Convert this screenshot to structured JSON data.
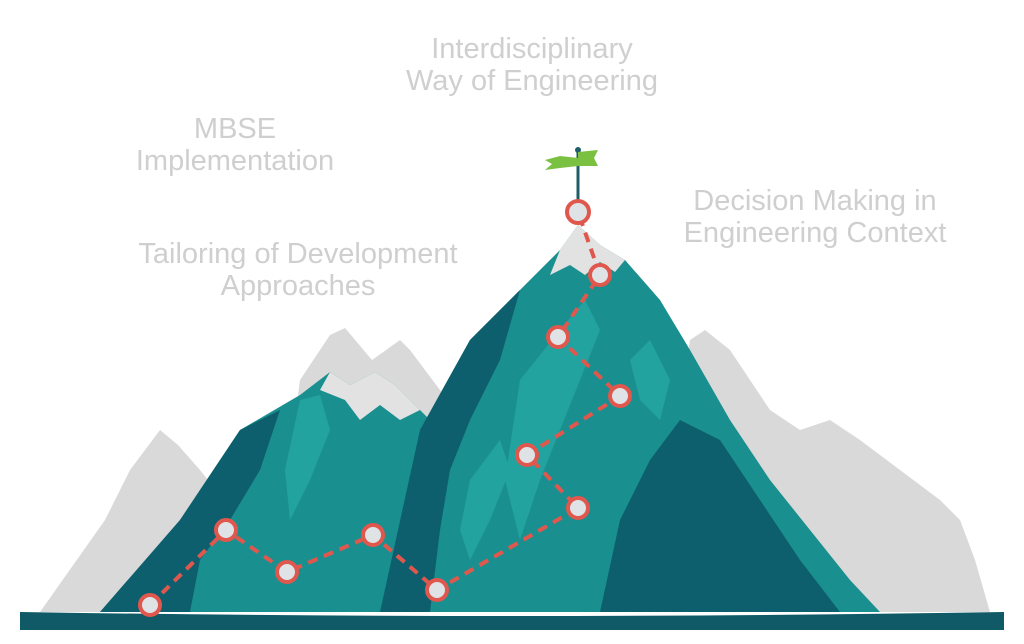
{
  "labels": {
    "interdisciplinary": [
      "Interdisciplinary",
      "Way of Engineering"
    ],
    "mbse": [
      "MBSE",
      "Implementation"
    ],
    "tailoring": [
      "Tailoring of Development",
      "Approaches"
    ],
    "decision": [
      "Decision Making in",
      "Engineering Context"
    ]
  },
  "colors": {
    "label_text": "#cfcfcf",
    "back_mountains": "#d9d9d9",
    "teal_main": "#1a8f8f",
    "teal_dark": "#0e5f6e",
    "teal_light": "#23a3a0",
    "snow": "#e2e2e2",
    "ground": "#0f5a66",
    "path": "#e0584d",
    "waypoint_fill": "#dfe3e6",
    "flag": "#7ac142",
    "flag_pole": "#1f5d6a"
  },
  "icons": {
    "flag": "summit-flag-icon",
    "waypoint": "waypoint-marker-icon"
  }
}
